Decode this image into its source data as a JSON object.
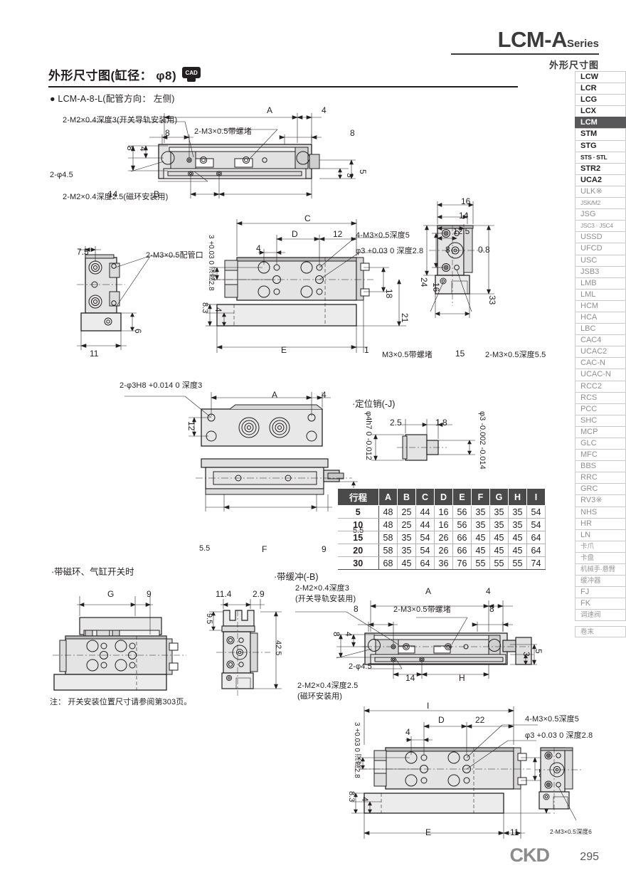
{
  "header": {
    "title": "LCM-A",
    "series": "Series",
    "subtitle": "外形尺寸图"
  },
  "section": {
    "title": "外形尺寸图(缸径： φ8)",
    "cad_badge": "CAD",
    "bullet": "● LCM-A-8-L(配管方向： 左侧)"
  },
  "sidebar": {
    "items": [
      {
        "label": "LCW",
        "style": "dark"
      },
      {
        "label": "LCR",
        "style": "dark"
      },
      {
        "label": "LCG",
        "style": "dark"
      },
      {
        "label": "LCX",
        "style": "dark"
      },
      {
        "label": "LCM",
        "style": "active"
      },
      {
        "label": "STM",
        "style": "dark"
      },
      {
        "label": "STG",
        "style": "dark"
      },
      {
        "label": "STS · STL",
        "style": "dark sm"
      },
      {
        "label": "STR2",
        "style": "dark"
      },
      {
        "label": "UCA2",
        "style": "dark"
      },
      {
        "label": "ULK※",
        "style": ""
      },
      {
        "label": "JSK/M2",
        "style": "sm"
      },
      {
        "label": "JSG",
        "style": ""
      },
      {
        "label": "JSC3 · JSC4",
        "style": "sm"
      },
      {
        "label": "USSD",
        "style": ""
      },
      {
        "label": "UFCD",
        "style": ""
      },
      {
        "label": "USC",
        "style": ""
      },
      {
        "label": "JSB3",
        "style": ""
      },
      {
        "label": "LMB",
        "style": ""
      },
      {
        "label": "LML",
        "style": ""
      },
      {
        "label": "HCM",
        "style": ""
      },
      {
        "label": "HCA",
        "style": ""
      },
      {
        "label": "LBC",
        "style": ""
      },
      {
        "label": "CAC4",
        "style": ""
      },
      {
        "label": "UCAC2",
        "style": ""
      },
      {
        "label": "CAC-N",
        "style": ""
      },
      {
        "label": "UCAC-N",
        "style": ""
      },
      {
        "label": "RCC2",
        "style": ""
      },
      {
        "label": "RCS",
        "style": ""
      },
      {
        "label": "PCC",
        "style": ""
      },
      {
        "label": "SHC",
        "style": ""
      },
      {
        "label": "MCP",
        "style": ""
      },
      {
        "label": "GLC",
        "style": ""
      },
      {
        "label": "MFC",
        "style": ""
      },
      {
        "label": "BBS",
        "style": ""
      },
      {
        "label": "RRC",
        "style": ""
      },
      {
        "label": "GRC",
        "style": ""
      },
      {
        "label": "RV3※",
        "style": ""
      },
      {
        "label": "NHS",
        "style": ""
      },
      {
        "label": "HR",
        "style": ""
      },
      {
        "label": "LN",
        "style": ""
      },
      {
        "label": "卡爪",
        "style": "cn"
      },
      {
        "label": "卡盘",
        "style": "cn"
      },
      {
        "label": "机械手·悬臂",
        "style": "cn sm"
      },
      {
        "label": "缓冲器",
        "style": "cn"
      },
      {
        "label": "FJ",
        "style": ""
      },
      {
        "label": "FK",
        "style": ""
      },
      {
        "label": "调速阀",
        "style": "cn"
      }
    ],
    "tail": {
      "label": "卷末",
      "style": "cn"
    }
  },
  "view_top": {
    "callout_rail": "2-M2×0.4深度3(开关导轨安装用)",
    "callout_plug": "2-M3×0.5带螺堵",
    "callout_hole": "2-φ4.5",
    "callout_magnet": "2-M2×0.4深度2.5(磁环安装用)",
    "dim_A": "A",
    "dim_4": "4",
    "dim_8a": "8",
    "dim_8b": "8",
    "dim_8v": "8",
    "dim_4v": "4",
    "dim_3": "3",
    "dim_5": "5",
    "dim_14": "14",
    "dim_B": "B"
  },
  "view_side_small": {
    "dim_7_5": "7.5",
    "callout_port": "2-M3×0.5配管口",
    "dim_6": "6",
    "dim_11": "11"
  },
  "view_front": {
    "dim_C": "C",
    "dim_D": "D",
    "dim_12": "12",
    "dim_4": "4",
    "callout_4m3": "4-M3×0.5深度5",
    "callout_phi3": "φ3 +0.03 0 深度2.8",
    "dim_phi3_vert": "3 +0.03 0 深度2.8",
    "dim_18": "18",
    "dim_21": "21",
    "dim_8_3": "8.3",
    "dim_4b": "4",
    "dim_E": "E",
    "dim_1": "1"
  },
  "view_right": {
    "dim_16": "16",
    "dim_14": "14",
    "dim_12_5": "12.5",
    "dim_8": "8",
    "dim_0_8": "0.8",
    "dim_24": "24",
    "dim_16v": "16",
    "dim_33": "33",
    "callout_plug": "M3×0.5带螺堵",
    "dim_15": "15",
    "callout_m3": "2-M3×0.5深度5.5"
  },
  "view_bottom": {
    "callout_pin": "2-φ3H8 +0.014 0 深度3",
    "dim_A": "A",
    "dim_4": "4",
    "dim_12": "12",
    "dim_5_5a": "5.5",
    "dim_5_5b": "5.5",
    "dim_F": "F",
    "dim_9": "9"
  },
  "locating_pin": {
    "title": "·定位销(-J)",
    "dim_phi4h7": "φ4h7 0 -0.012",
    "dim_2_5": "2.5",
    "dim_1_8": "1.8",
    "dim_phi3": "φ3 -0.002 -0.014"
  },
  "magnet_switch": {
    "title": "·带磁环、气缸开关时",
    "dim_G": "G",
    "dim_9": "9",
    "dim_11_4": "11.4",
    "dim_2_9": "2.9",
    "dim_9_5": "9.5",
    "dim_42_5": "42.5",
    "note": "注： 开关安装位置尺寸请参阅第303页。"
  },
  "buffer": {
    "title": "·带缓冲(-B)",
    "callout_rail": "2-M2×0.4深度3",
    "callout_rail2": "(开关导轨安装用)",
    "callout_plug": "2-M3×0.5带螺堵",
    "callout_hole": "2-φ4.5",
    "callout_magnet": "2-M2×0.4深度2.5",
    "callout_magnet2": "(磁环安装用)",
    "dim_A": "A",
    "dim_4": "4",
    "dim_8a": "8",
    "dim_8b": "8",
    "dim_8v": "8",
    "dim_4v": "4",
    "dim_3": "3",
    "dim_5": "5",
    "dim_14": "14",
    "dim_H": "H",
    "dim_I": "I",
    "dim_D": "D",
    "dim_22": "22",
    "dim_4c": "4",
    "callout_4m3": "4-M3×0.5深度5",
    "callout_phi3": "φ3 +0.03 0 深度2.8",
    "dim_phi3_vert": "3 +0.03 0 深度2.8",
    "dim_18": "18",
    "dim_21": "21",
    "dim_8_3": "8.3",
    "dim_4d": "4",
    "dim_E": "E",
    "dim_11": "11",
    "callout_m3_6": "2-M3×0.5深度6"
  },
  "table": {
    "headers": [
      "行程",
      "A",
      "B",
      "C",
      "D",
      "E",
      "F",
      "G",
      "H",
      "I"
    ],
    "rows": [
      [
        "5",
        "48",
        "25",
        "44",
        "16",
        "56",
        "35",
        "35",
        "35",
        "54"
      ],
      [
        "10",
        "48",
        "25",
        "44",
        "16",
        "56",
        "35",
        "35",
        "35",
        "54"
      ],
      [
        "15",
        "58",
        "35",
        "54",
        "26",
        "66",
        "45",
        "45",
        "45",
        "64"
      ],
      [
        "20",
        "58",
        "35",
        "54",
        "26",
        "66",
        "45",
        "45",
        "45",
        "64"
      ],
      [
        "30",
        "68",
        "45",
        "64",
        "36",
        "76",
        "55",
        "55",
        "55",
        "74"
      ]
    ]
  },
  "footer": {
    "logo": "CKD",
    "page": "295"
  }
}
